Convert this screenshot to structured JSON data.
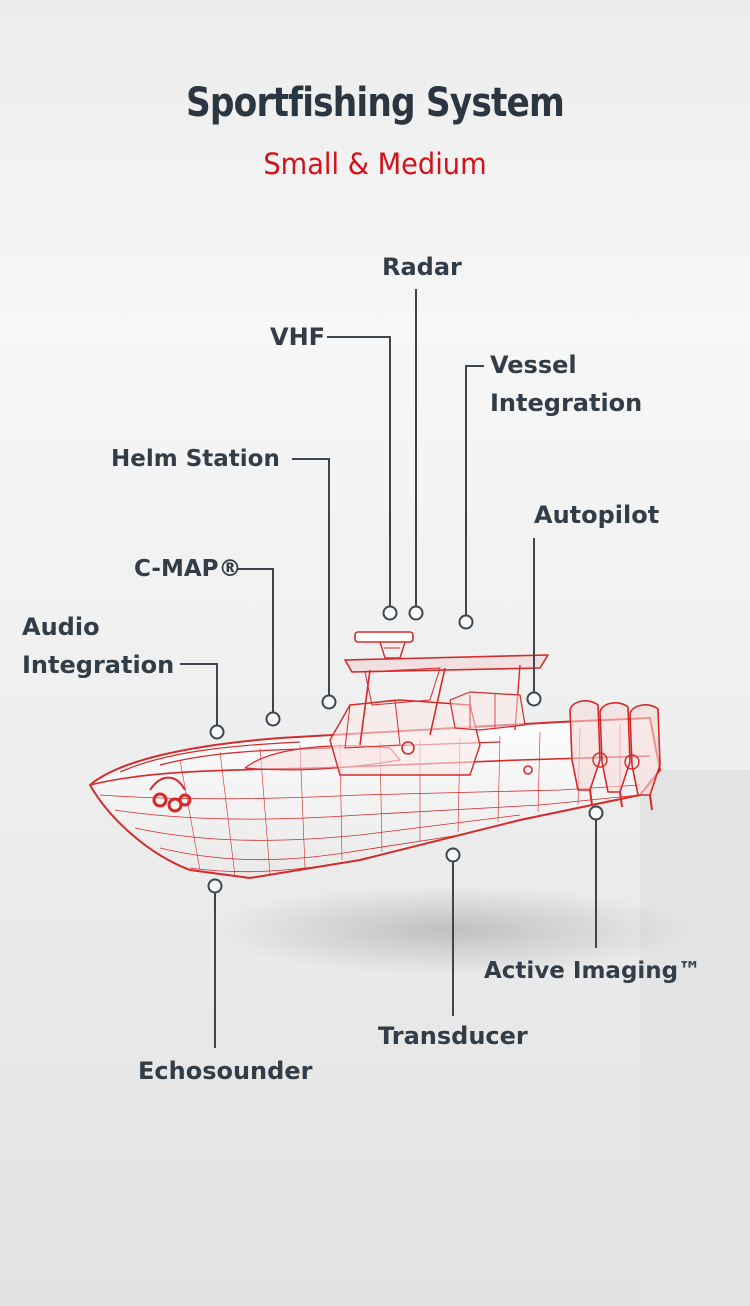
{
  "header": {
    "title": "Sportfishing System",
    "subtitle": "Small & Medium"
  },
  "callouts": {
    "radar": "Radar",
    "vhf": "VHF",
    "vessel_integration_1": "Vessel",
    "vessel_integration_2": "Integration",
    "helm_station": "Helm Station",
    "autopilot": "Autopilot",
    "cmap": "C-MAP®",
    "audio_integration_1": "Audio",
    "audio_integration_2": "Integration",
    "active_imaging": "Active Imaging™",
    "transducer": "Transducer",
    "echosounder": "Echosounder"
  },
  "colors": {
    "title": "#2c3640",
    "subtitle": "#d1121b",
    "callout_text": "#333d47",
    "leader_line": "#3b4650",
    "boat_wireframe": "#d42a2a"
  }
}
